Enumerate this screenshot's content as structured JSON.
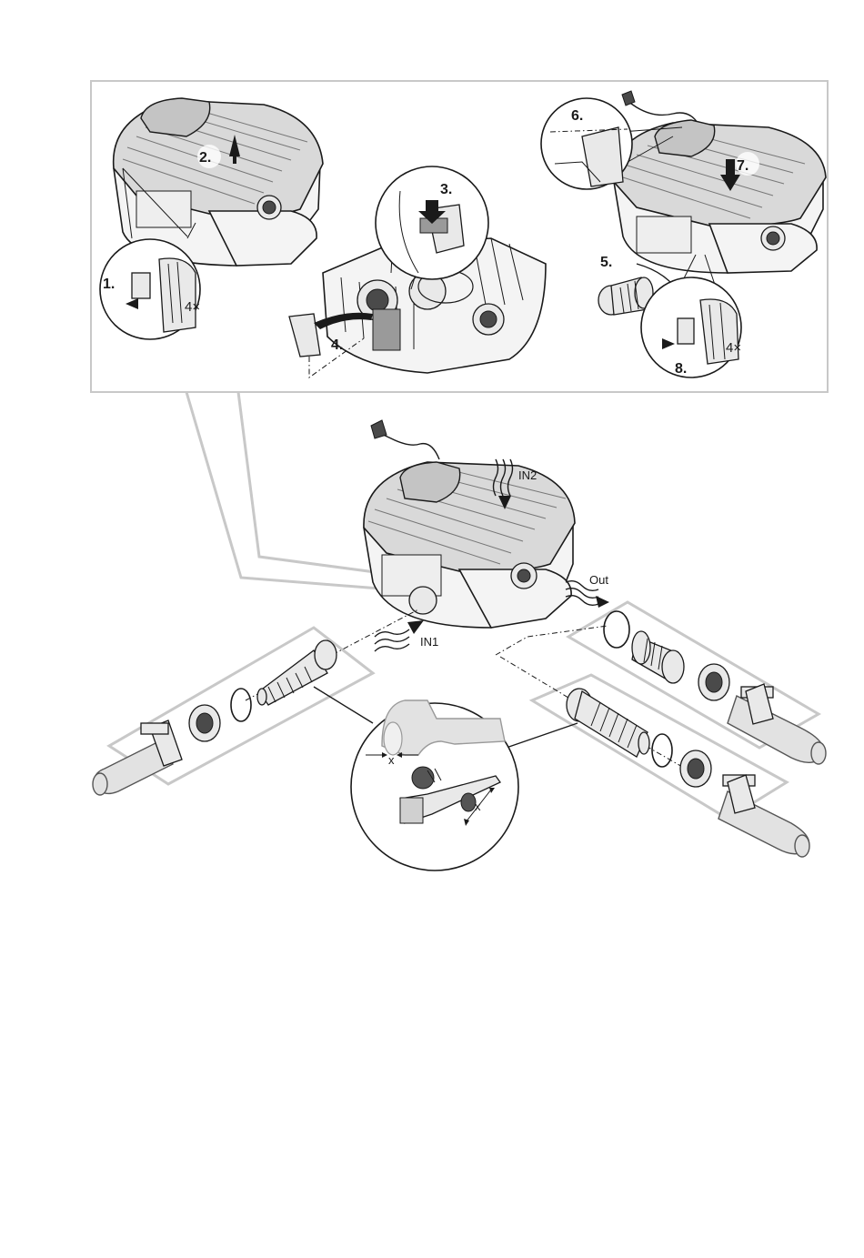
{
  "labels": {
    "step1": "1.",
    "step2": "2.",
    "step3": "3.",
    "step4": "4.",
    "step5": "5.",
    "step6": "6.",
    "step7": "7.",
    "step8": "8.",
    "repeat_left": "4×",
    "repeat_right": "4×",
    "in1": "IN1",
    "in2": "IN2",
    "out": "Out",
    "dim_x1": "x",
    "dim_x2": "x"
  },
  "colors": {
    "line": "#1a1a1a",
    "frame": "#c8c8c8",
    "pump_top": "#d9d9d9",
    "hose": "#e2e2e2"
  }
}
